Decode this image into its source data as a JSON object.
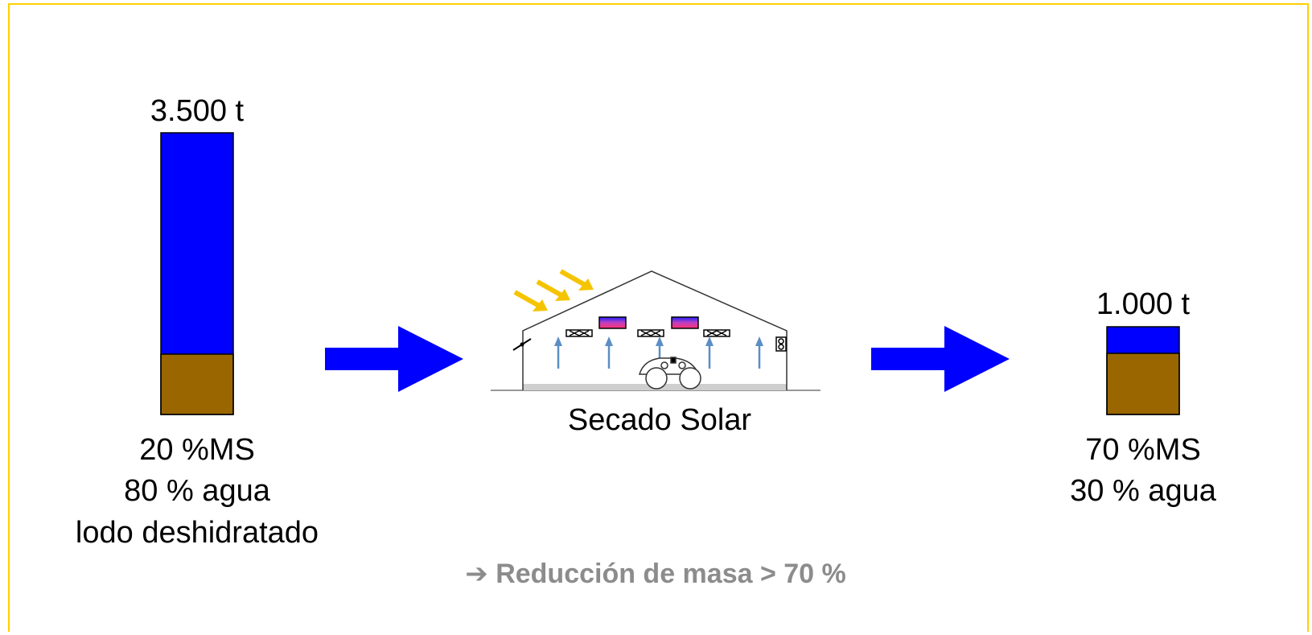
{
  "input": {
    "mass_label": "3.500 t",
    "dry_matter_label": "20 %MS",
    "water_label": "80 % agua",
    "material_label": "lodo deshidratado",
    "dry_matter_pct": 20,
    "water_pct": 80
  },
  "process": {
    "label": "Secado Solar"
  },
  "output": {
    "mass_label": "1.000 t",
    "dry_matter_label": "70 %MS",
    "water_label": "30 % agua",
    "dry_matter_pct": 70,
    "water_pct": 30
  },
  "conclusion": {
    "arrow_glyph": "➔",
    "text": "Reducción de masa > 70 %"
  },
  "colors": {
    "frame": "#ffd000",
    "water": "#0000ff",
    "dry_matter": "#996600",
    "flow_arrow": "#0000ff",
    "sun_rays": "#f5c400",
    "air_flow": "#5b8ec4",
    "heater": "#9b3fd0",
    "conclusion_text": "#8c8c8c"
  },
  "icons": {
    "flow_arrow": "arrow-right-icon",
    "greenhouse": "greenhouse-icon",
    "sun": "sun-rays-icon",
    "fan": "fan-icon",
    "turner": "sludge-turner-icon"
  }
}
